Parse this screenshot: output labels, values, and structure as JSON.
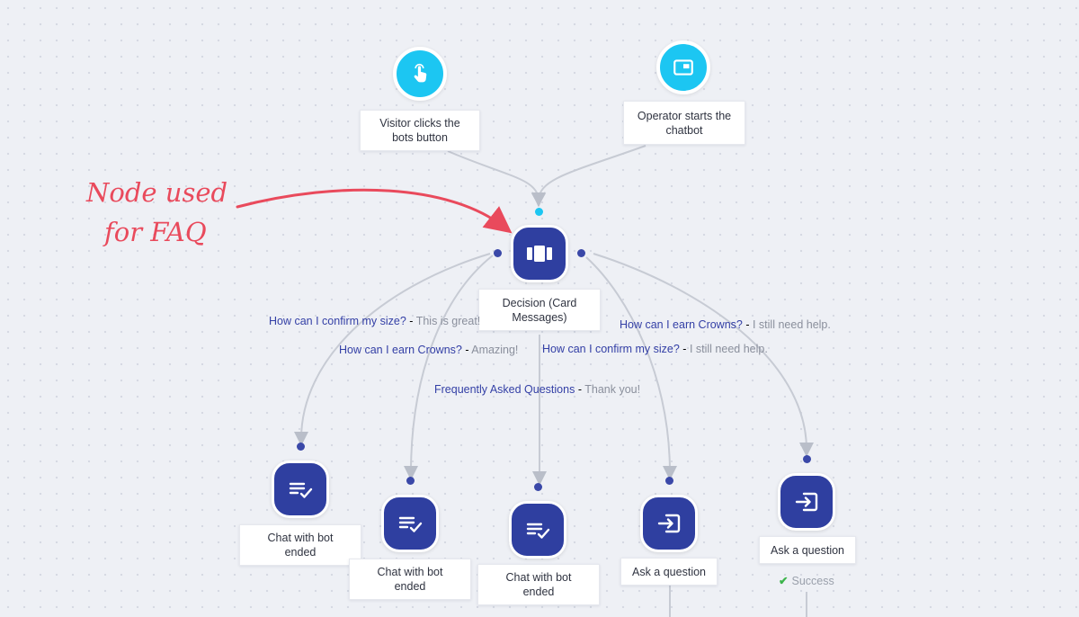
{
  "annotation": {
    "line1": "Node used",
    "line2": "for FAQ"
  },
  "triggers": {
    "visitor": {
      "label": "Visitor clicks the bots button",
      "icon": "hand-pointer-icon"
    },
    "operator": {
      "label": "Operator starts the chatbot",
      "icon": "window-icon"
    }
  },
  "decision": {
    "label": "Decision (Card Messages)",
    "icon": "cards-icon"
  },
  "edge_labels": [
    {
      "question": "How can I confirm my size?",
      "answer": "This is great!"
    },
    {
      "question": "How can I earn Crowns?",
      "answer": "Amazing!"
    },
    {
      "question": "Frequently Asked Questions",
      "answer": "Thank you!"
    },
    {
      "question": "How can I confirm my size?",
      "answer": "I still need help."
    },
    {
      "question": "How can I earn Crowns?",
      "answer": "I still need help."
    }
  ],
  "actions": [
    {
      "label": "Chat with bot ended",
      "icon": "chat-ended-icon"
    },
    {
      "label": "Chat with bot ended",
      "icon": "chat-ended-icon"
    },
    {
      "label": "Chat with bot ended",
      "icon": "chat-ended-icon"
    },
    {
      "label": "Ask a question",
      "icon": "enter-icon"
    },
    {
      "label": "Ask a question",
      "icon": "enter-icon"
    }
  ],
  "status": {
    "success": "Success"
  },
  "colors": {
    "accent_cyan": "#1cc6f2",
    "node_blue": "#2f3fa0",
    "annotation_red": "#e94a5c",
    "question_text": "#3440a6",
    "answer_text": "#8a8f9c",
    "success_green": "#3cb44b"
  }
}
